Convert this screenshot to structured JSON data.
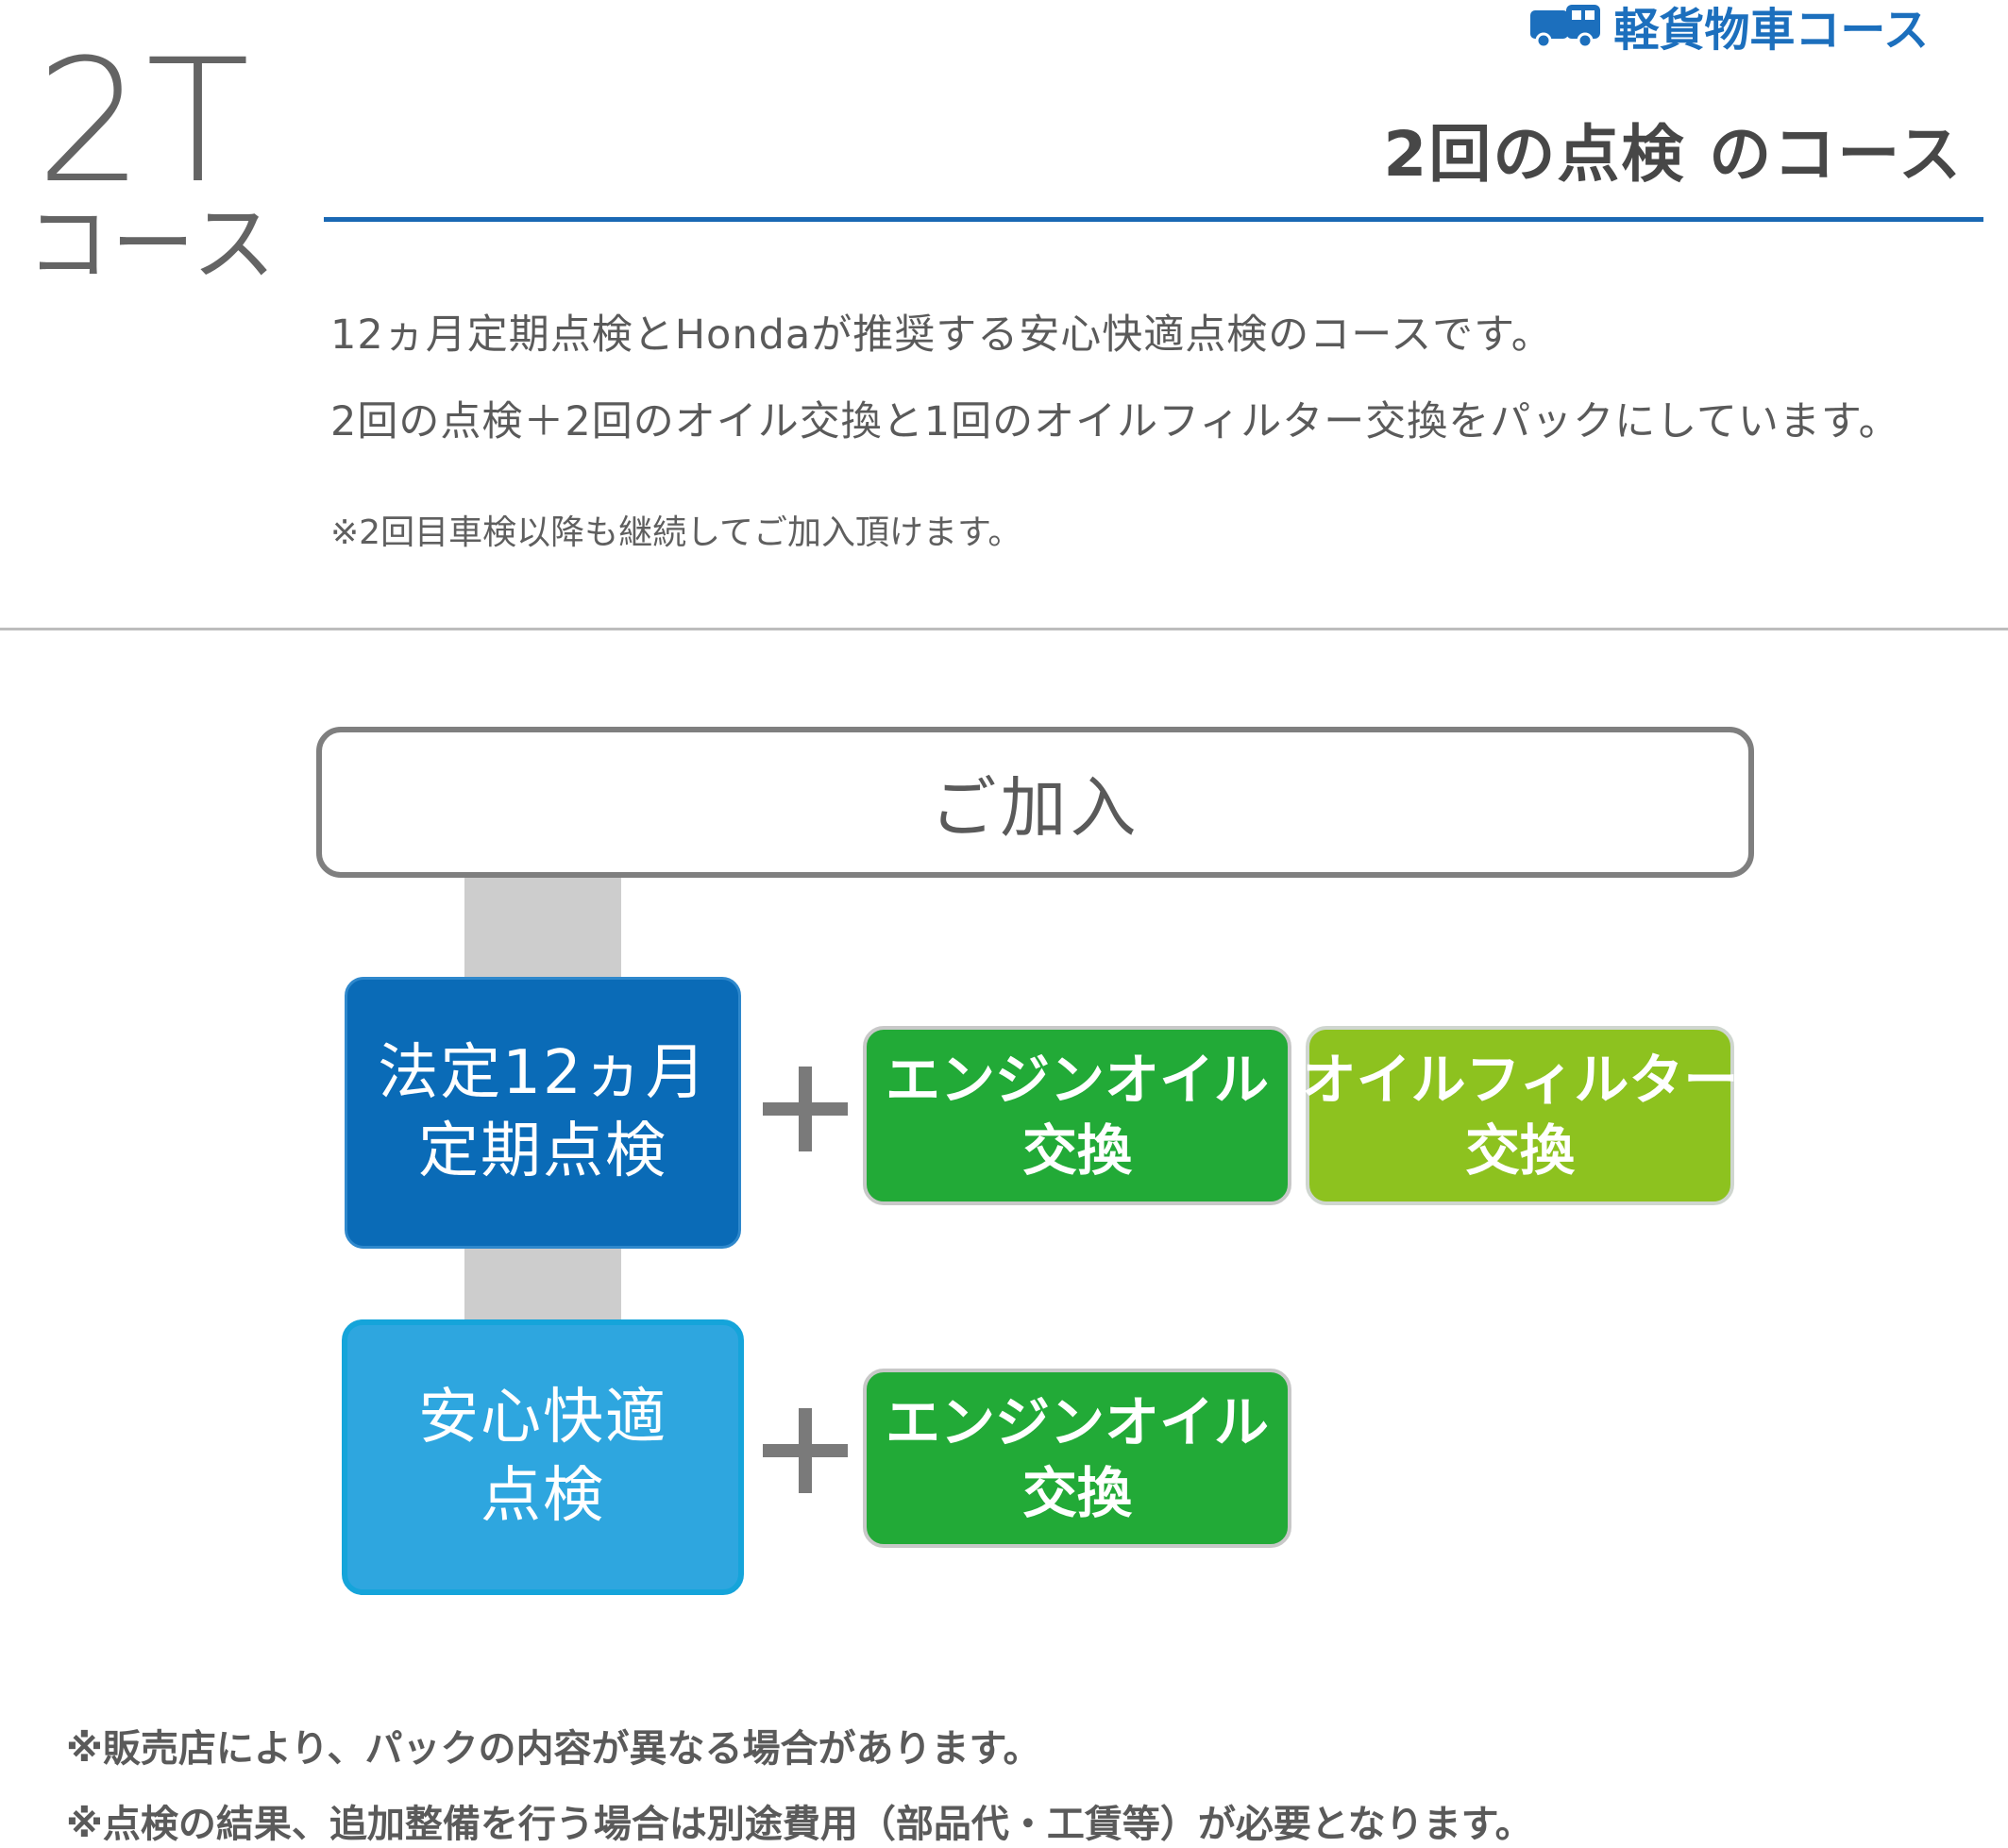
{
  "header": {
    "course_code": "2T",
    "course_code_sub": "コース",
    "category_label": "軽貨物車コース",
    "category_icon": "truck-icon",
    "course_title": "2回の点検 のコース"
  },
  "description": {
    "line1": "12ヵ月定期点検とHondaが推奨する安心快適点検のコースです。",
    "line2": "2回の点検＋2回のオイル交換と1回のオイルフィルター交換をパックにしています。",
    "note": "※2回目車検以降も継続してご加入頂けます。"
  },
  "diagram": {
    "join_label": "ご加入",
    "legal_inspection": {
      "line1": "法定12ヵ月",
      "line2": "定期点検"
    },
    "anshin_inspection": {
      "line1": "安心快適",
      "line2": "点検"
    },
    "oil_change": {
      "line1": "エンジンオイル",
      "line2": "交換"
    },
    "oil_filter": {
      "line1": "オイルフィルター",
      "line2": "交換"
    }
  },
  "footnotes": {
    "note1": "※販売店により、パックの内容が異なる場合があります。",
    "note2": "※点検の結果、追加整備を行う場合は別途費用（部品代・工賃等）が必要となります。"
  },
  "colors": {
    "accent_blue": "#1a68b4",
    "legal_box": "#0a6bb7",
    "anshin_box": "#2ea6df",
    "oil_green": "#22aa37",
    "filter_green": "#8dc21f"
  }
}
